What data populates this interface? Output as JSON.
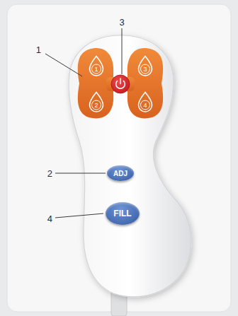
{
  "diagram": {
    "nodes": [
      {
        "text": [
          "1"
        ]
      },
      {
        "text": [
          "3"
        ]
      },
      {
        "text": [
          "2"
        ]
      },
      {
        "text": [
          "4"
        ]
      },
      {
        "text": [
          "ADJ"
        ]
      },
      {
        "text": [
          "FILL"
        ]
      }
    ],
    "labels": [
      "3",
      "1",
      "2",
      "4"
    ]
  }
}
